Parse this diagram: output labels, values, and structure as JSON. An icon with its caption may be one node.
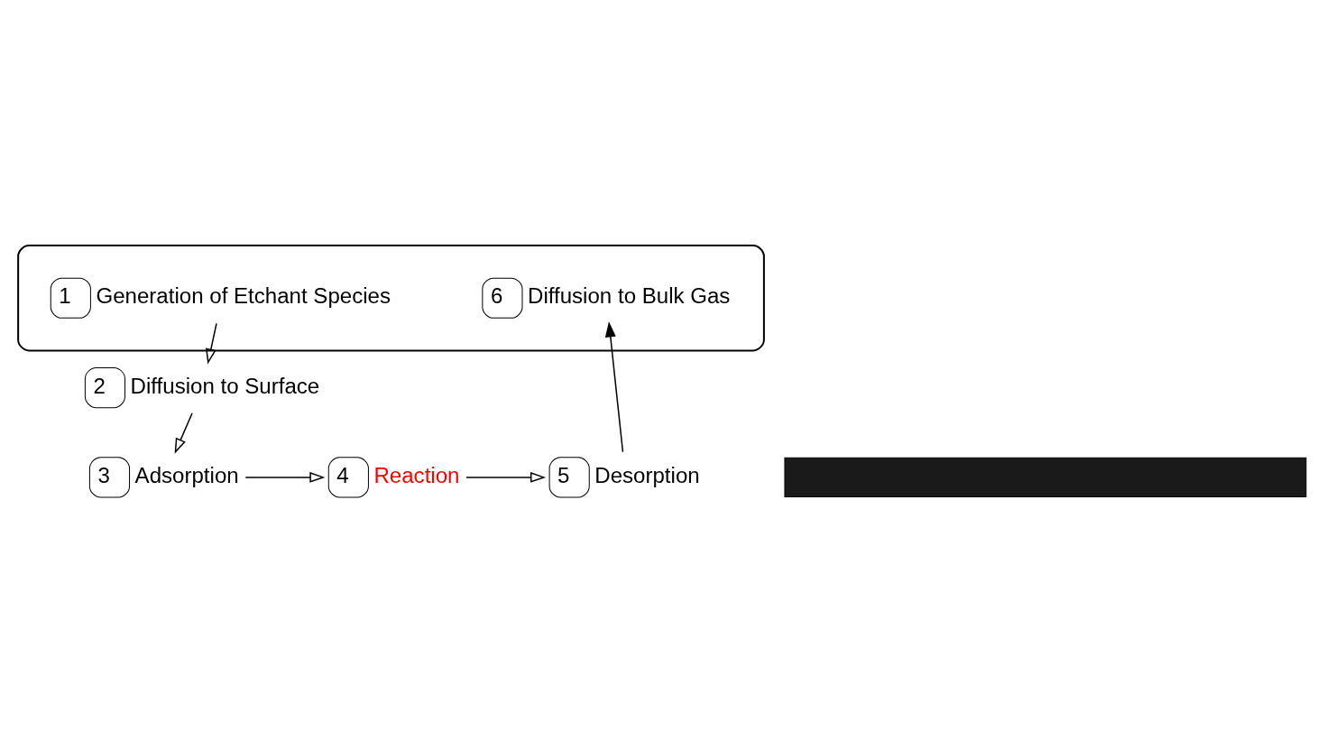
{
  "diagram": {
    "nodes": [
      {
        "text": [],
        "shape": "cloud"
      },
      {
        "text": [
          "1"
        ],
        "beside": [
          "Generation of Etchant Species"
        ],
        "in": 0
      },
      {
        "text": [
          "6"
        ],
        "beside": [
          "Diffusion to Bulk Gas"
        ],
        "in": 0
      },
      {
        "text": [
          "2"
        ],
        "beside": [
          "Diffusion to Surface"
        ]
      },
      {
        "text": [
          "3"
        ],
        "beside": [
          "Adsorption"
        ]
      },
      {
        "text": [
          "4"
        ],
        "beside": [
          "Reaction"
        ]
      },
      {
        "text": [
          "5"
        ],
        "beside": [
          "Desorption"
        ]
      },
      {
        "text": [],
        "shape": "bar"
      }
    ],
    "edges": [
      {
        "from": 1,
        "to": 3,
        "arrow": "to"
      },
      {
        "from": 3,
        "to": 4,
        "arrow": "to"
      },
      {
        "from": 4,
        "to": 5,
        "arrow": "to"
      },
      {
        "from": 5,
        "to": 6,
        "arrow": "to"
      },
      {
        "from": 6,
        "to": 2,
        "arrow": "to"
      }
    ]
  }
}
